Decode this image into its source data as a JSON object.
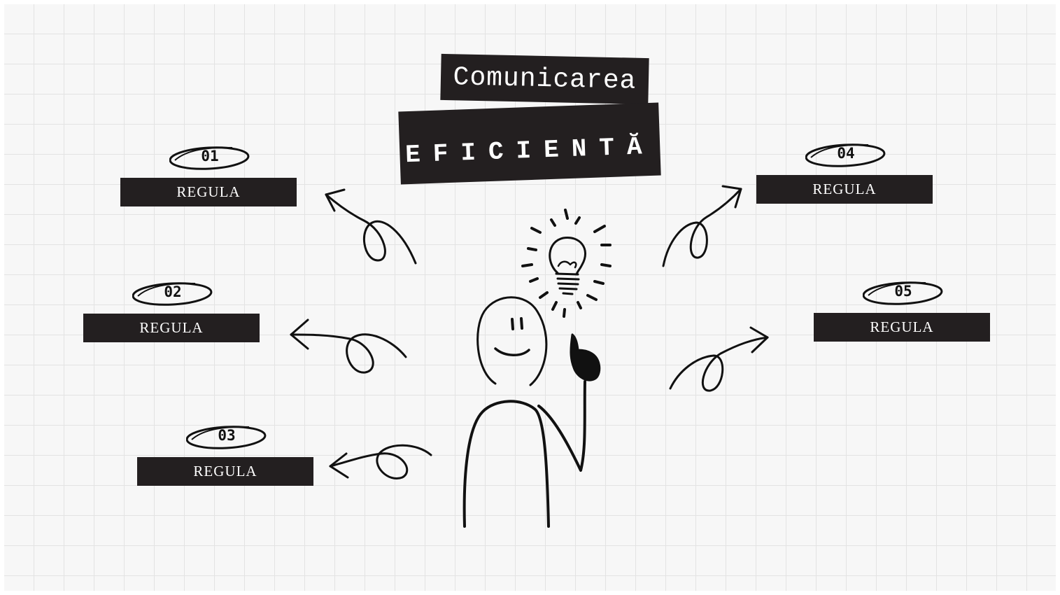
{
  "title": {
    "line1": "Comunicarea",
    "line2": "EFICIENTĂ"
  },
  "rules": [
    {
      "number": "01",
      "label": "REGULA"
    },
    {
      "number": "02",
      "label": "REGULA"
    },
    {
      "number": "03",
      "label": "REGULA"
    },
    {
      "number": "04",
      "label": "REGULA"
    },
    {
      "number": "05",
      "label": "REGULA"
    }
  ],
  "colors": {
    "background": "#f7f7f7",
    "grid": "#e3e3e3",
    "box": "#231f20",
    "text_on_box": "#ffffff",
    "ink": "#111111"
  },
  "icons": [
    "lightbulb-icon",
    "stick-figure",
    "curly-arrow"
  ]
}
